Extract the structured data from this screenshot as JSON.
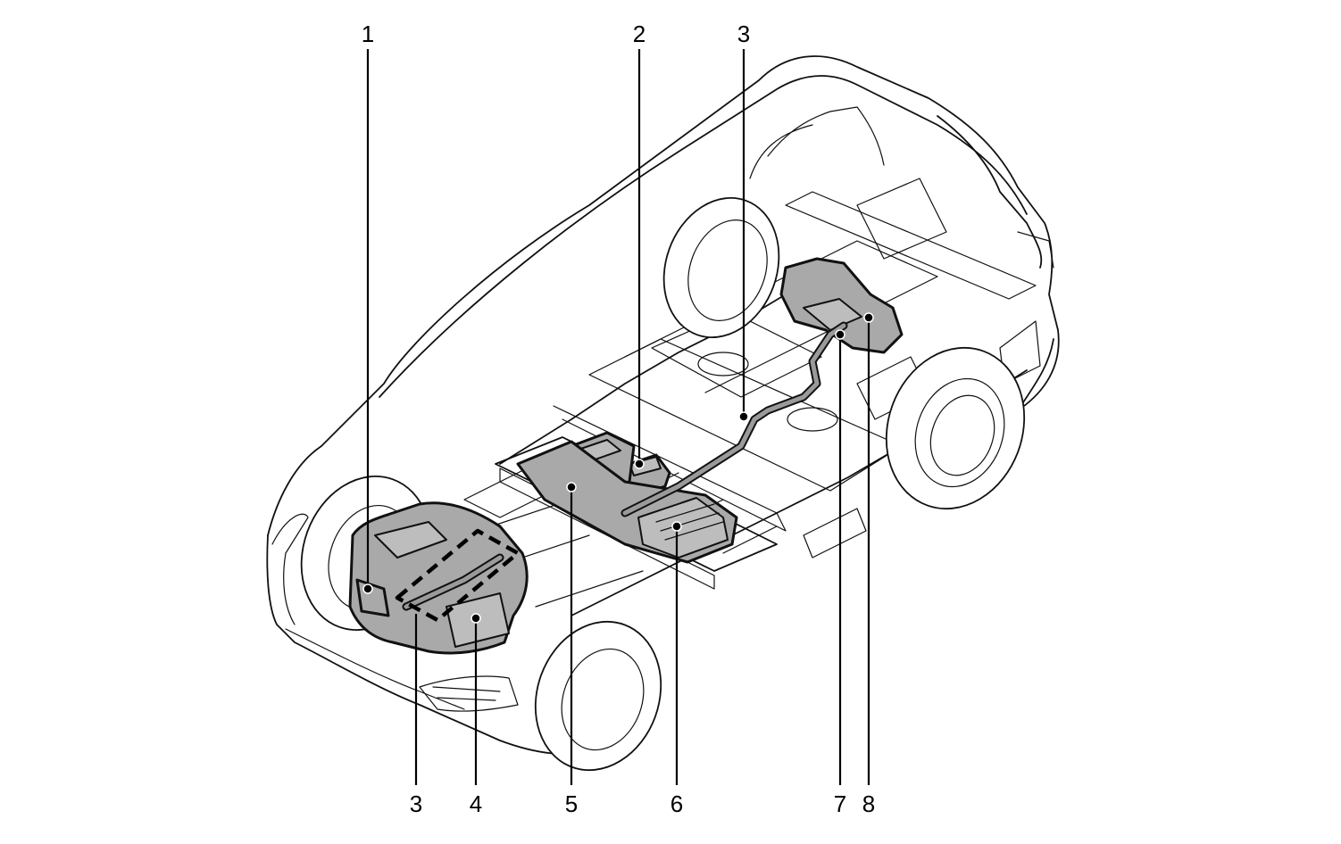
{
  "callouts": [
    {
      "id": "1",
      "label": "1"
    },
    {
      "id": "2",
      "label": "2"
    },
    {
      "id": "3-top",
      "label": "3"
    },
    {
      "id": "3-bottom",
      "label": "3"
    },
    {
      "id": "4",
      "label": "4"
    },
    {
      "id": "5",
      "label": "5"
    },
    {
      "id": "6",
      "label": "6"
    },
    {
      "id": "7",
      "label": "7"
    },
    {
      "id": "8",
      "label": "8"
    }
  ],
  "colors": {
    "component_fill": "#a9a9a9",
    "line": "#111111",
    "background": "#ffffff"
  }
}
